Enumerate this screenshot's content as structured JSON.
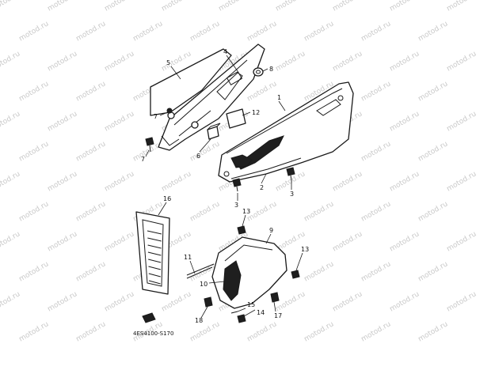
{
  "watermark": {
    "text": "motod.ru"
  },
  "diagram_code": "4ES4100-S170",
  "callouts": {
    "c1": "1",
    "c2": "2",
    "c3a": "3",
    "c3b": "3",
    "c4": "4",
    "c5": "5",
    "c6": "6",
    "c7a": "7",
    "c7b": "7",
    "c8": "8",
    "c9": "9",
    "c10": "10",
    "c11": "11",
    "c12": "12",
    "c13a": "13",
    "c13b": "13",
    "c14": "14",
    "c15": "15",
    "c16": "16",
    "c17": "17",
    "c18": "18"
  },
  "colors": {
    "line": "#1a1a1a",
    "watermark": "#c9c9c9",
    "background": "#ffffff"
  }
}
